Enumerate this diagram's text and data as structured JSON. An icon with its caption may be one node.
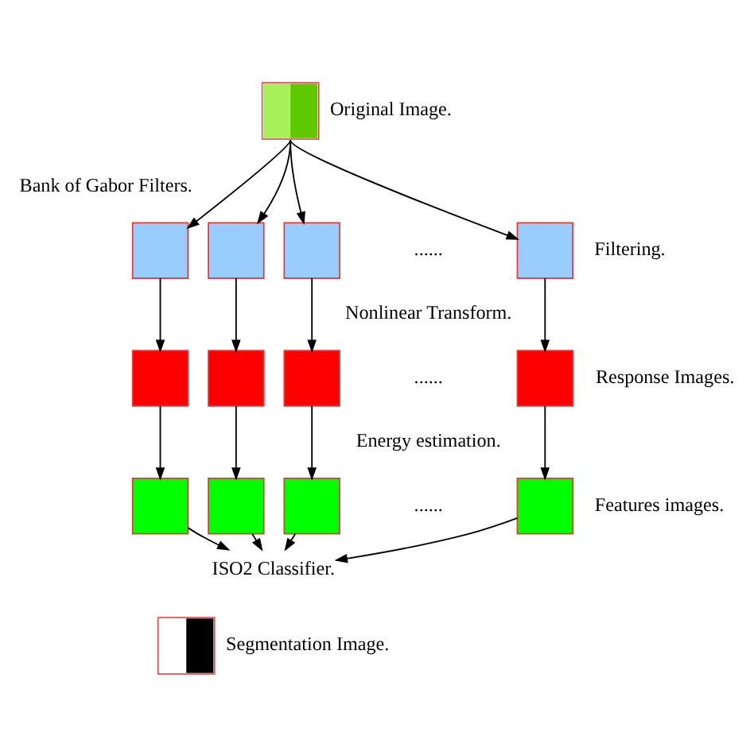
{
  "diagram": {
    "nodes": [
      {
        "text": [],
        "shape": "box",
        "beside": [
          "Original Image."
        ]
      },
      {
        "text": [],
        "shape": "box"
      },
      {
        "text": [],
        "shape": "box"
      },
      {
        "text": [],
        "shape": "box"
      },
      {
        "text": [],
        "shape": "box"
      },
      {
        "text": [],
        "shape": "box"
      },
      {
        "text": [],
        "shape": "box"
      },
      {
        "text": [],
        "shape": "box"
      },
      {
        "text": [],
        "shape": "box"
      },
      {
        "text": [],
        "shape": "box"
      },
      {
        "text": [],
        "shape": "box"
      },
      {
        "text": [],
        "shape": "box"
      },
      {
        "text": [],
        "shape": "box"
      },
      {
        "text": [
          "ISO2 Classifier."
        ]
      },
      {
        "text": [],
        "shape": "box",
        "beside": [
          "Segmentation Image."
        ]
      }
    ],
    "edges": [
      {
        "from": 0,
        "to": 1,
        "arrow": "to"
      },
      {
        "from": 0,
        "to": 2,
        "arrow": "to"
      },
      {
        "from": 0,
        "to": 3,
        "arrow": "to"
      },
      {
        "from": 0,
        "to": 4,
        "arrow": "to"
      },
      {
        "from": 1,
        "to": 5,
        "arrow": "to"
      },
      {
        "from": 2,
        "to": 6,
        "arrow": "to"
      },
      {
        "from": 3,
        "to": 7,
        "arrow": "to"
      },
      {
        "from": 4,
        "to": 8,
        "arrow": "to"
      },
      {
        "from": 5,
        "to": 9,
        "arrow": "to"
      },
      {
        "from": 6,
        "to": 10,
        "arrow": "to"
      },
      {
        "from": 7,
        "to": 11,
        "arrow": "to"
      },
      {
        "from": 8,
        "to": 12,
        "arrow": "to"
      },
      {
        "from": 9,
        "to": 13,
        "arrow": "to"
      },
      {
        "from": 10,
        "to": 13,
        "arrow": "to"
      },
      {
        "from": 11,
        "to": 13,
        "arrow": "to"
      },
      {
        "from": 12,
        "to": 13,
        "arrow": "to"
      }
    ],
    "labels": [
      "Bank of Gabor Filters.",
      "......",
      "Filtering.",
      "Nonlinear Transform.",
      "......",
      "Response Images.",
      "Energy estimation.",
      "......",
      "Features images."
    ]
  }
}
